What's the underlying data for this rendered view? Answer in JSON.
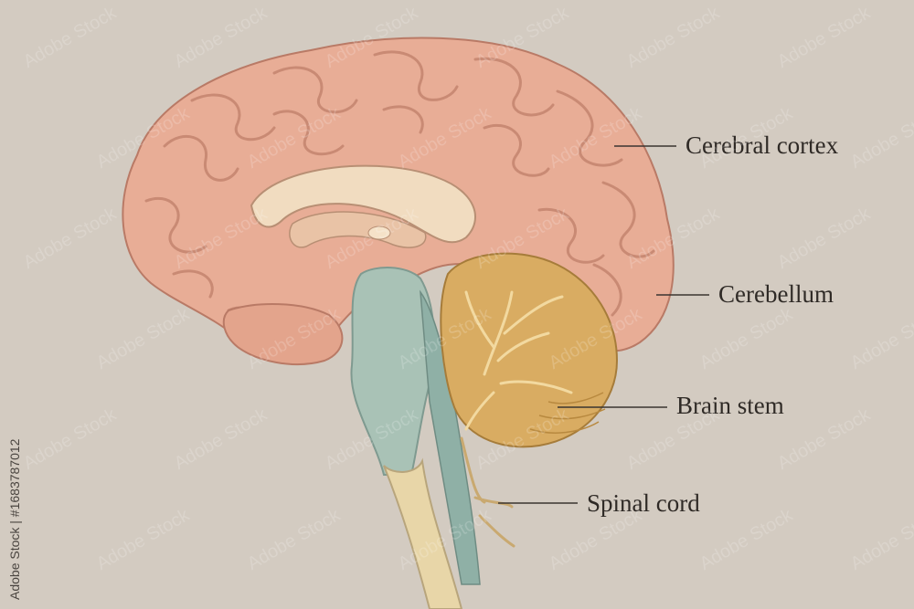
{
  "labels": {
    "cerebral_cortex": "Cerebral cortex",
    "cerebellum": "Cerebellum",
    "brain_stem": "Brain stem",
    "spinal_cord": "Spinal cord"
  },
  "watermark": {
    "id_text": "Adobe Stock | #1683787012",
    "tile_text": "Adobe Stock"
  },
  "colors": {
    "background": "#d3cbc1",
    "cortex": "#e8ad96",
    "cortex_shadow": "#c98a74",
    "cerebellum": "#d9ac62",
    "brainstem_blue": "#a9c2b6",
    "spinal_cream": "#e8d6a8",
    "leader_line": "#3a3530"
  }
}
